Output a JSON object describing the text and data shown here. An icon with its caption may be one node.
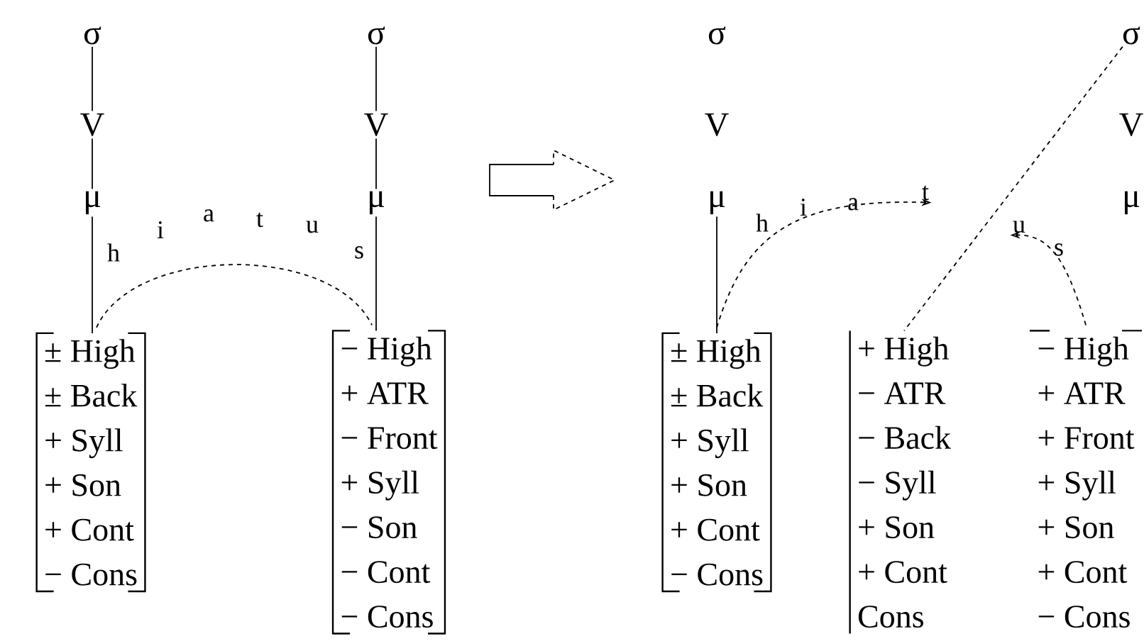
{
  "diagram": {
    "nodes": [
      {
        "text": [
          "σ"
        ]
      },
      {
        "text": [
          "V"
        ]
      },
      {
        "text": [
          "μ"
        ]
      },
      {
        "text": [
          "± High",
          "± Back",
          "+ Syll",
          "+ Son",
          "+ Cont",
          "− Cons"
        ]
      },
      {
        "text": [
          "σ"
        ]
      },
      {
        "text": [
          "V"
        ]
      },
      {
        "text": [
          "μ"
        ]
      },
      {
        "text": [
          "− High",
          "+ ATR",
          "− Front",
          "+ Syll",
          "− Son",
          "− Cont",
          "− Cons"
        ]
      },
      {
        "text": [
          "σ"
        ]
      },
      {
        "text": [
          "V"
        ]
      },
      {
        "text": [
          "μ"
        ]
      },
      {
        "text": [
          "± High",
          "± Back",
          "+ Syll",
          "+ Son",
          "+ Cont",
          "− Cons"
        ]
      },
      {
        "text": [
          "+ High",
          "− ATR",
          "− Back",
          "− Syll",
          "+ Son",
          "+ Cont",
          "Cons"
        ]
      },
      {
        "text": [
          "σ"
        ]
      },
      {
        "text": [
          "V"
        ]
      },
      {
        "text": [
          "μ"
        ]
      },
      {
        "text": [
          "− High",
          "+ ATR",
          "+ Front",
          "+ Syll",
          "+ Son",
          "+ Cont",
          "− Cons"
        ]
      },
      {
        "text": [
          "t"
        ]
      },
      {
        "text": [
          "u"
        ]
      }
    ],
    "edges": [
      {
        "from": 0,
        "to": 1,
        "arrow": "none"
      },
      {
        "from": 1,
        "to": 2,
        "arrow": "none"
      },
      {
        "from": 2,
        "to": 3,
        "arrow": "none"
      },
      {
        "from": 4,
        "to": 5,
        "arrow": "none"
      },
      {
        "from": 5,
        "to": 6,
        "arrow": "none"
      },
      {
        "from": 6,
        "to": 7,
        "arrow": "none"
      },
      {
        "from": 3,
        "to": 7,
        "arrow": "none",
        "style": "dashed"
      },
      {
        "from": 10,
        "to": 11,
        "arrow": "none"
      },
      {
        "from": 11,
        "to": 17,
        "arrow": "to",
        "style": "dashed"
      },
      {
        "from": 16,
        "to": 18,
        "arrow": "to",
        "style": "dashed"
      },
      {
        "from": 13,
        "to": 12,
        "arrow": "none",
        "style": "dashed"
      }
    ],
    "labels": [
      "h",
      "i",
      "a",
      "t",
      "u",
      "s",
      "h",
      "i",
      "a",
      "s"
    ]
  }
}
